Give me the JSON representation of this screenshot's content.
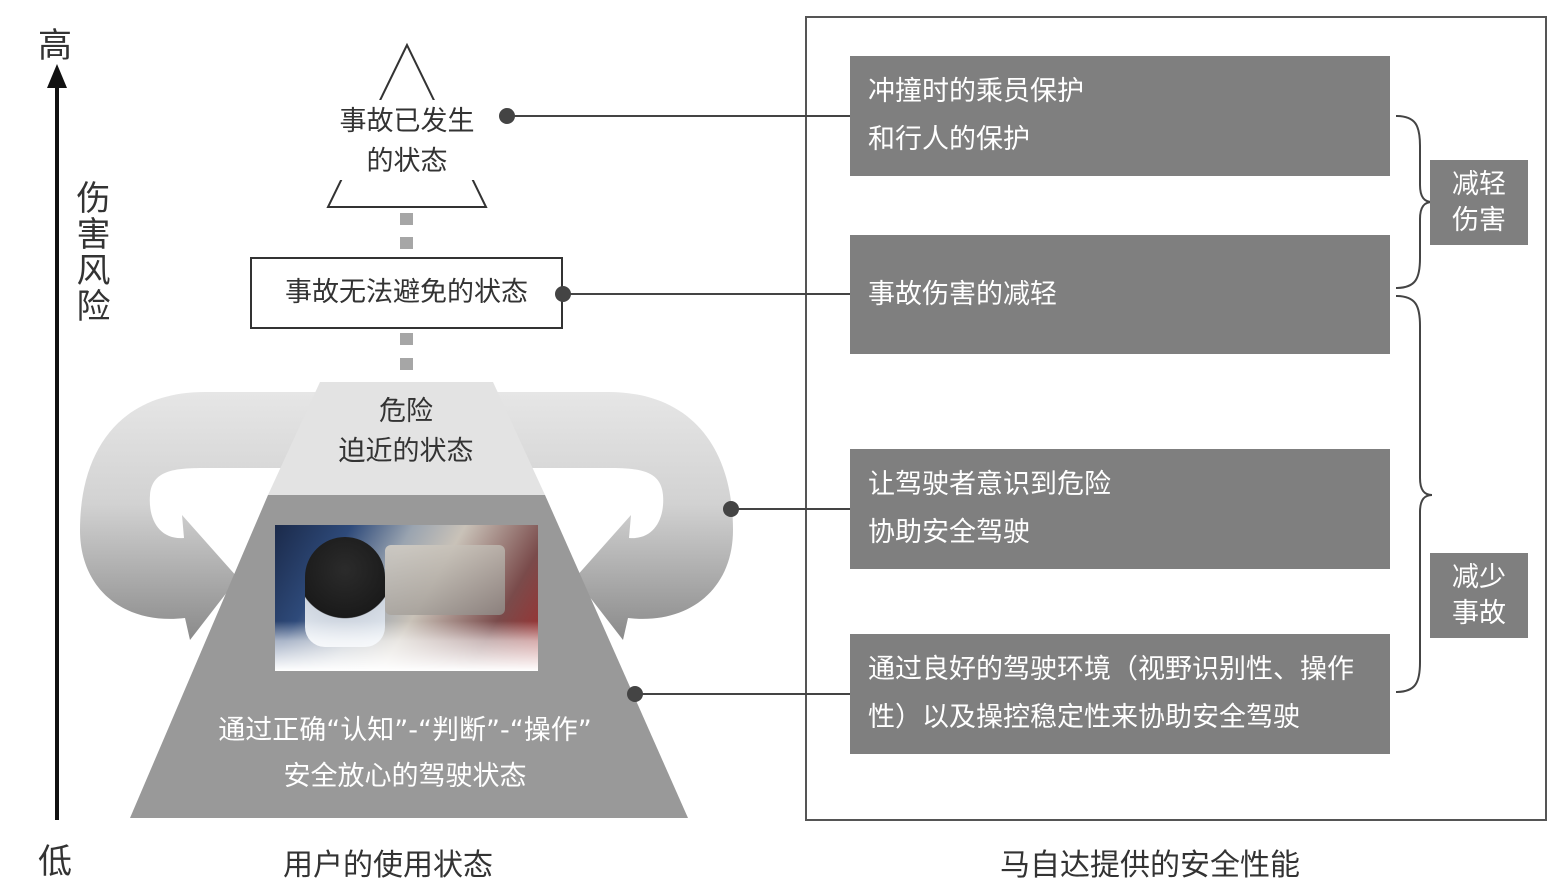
{
  "axis": {
    "high_label": "高",
    "low_label": "低",
    "risk_label": "伤害风险"
  },
  "user_states": {
    "accident_occurred": [
      "事故已发生",
      "的状态"
    ],
    "accident_unavoidable": "事故无法避免的状态",
    "danger_imminent": [
      "危险",
      "迫近的状态"
    ],
    "safe_driving": [
      "通过正确“认知”-“判断”-“操作”",
      "安全放心的驾驶状态"
    ]
  },
  "performances": [
    {
      "lines": [
        "冲撞时的乘员保护",
        "和行人的保护"
      ]
    },
    {
      "lines": [
        "事故伤害的减轻"
      ]
    },
    {
      "lines": [
        "让驾驶者意识到危险",
        "协助安全驾驶"
      ]
    },
    {
      "lines": [
        "通过良好的驾驶环境（视野识别性、操作",
        "性）以及操控稳定性来协助安全驾驶"
      ]
    }
  ],
  "categories": {
    "reduce_harm": [
      "减轻",
      "伤害"
    ],
    "reduce_accidents": [
      "减少",
      "事故"
    ]
  },
  "captions": {
    "left": "用户的使用状态",
    "right": "马自达提供的安全性能"
  },
  "colors": {
    "box_gray": "#7f7f7f",
    "light_gray": "#e3e3e3",
    "line": "#444444"
  }
}
